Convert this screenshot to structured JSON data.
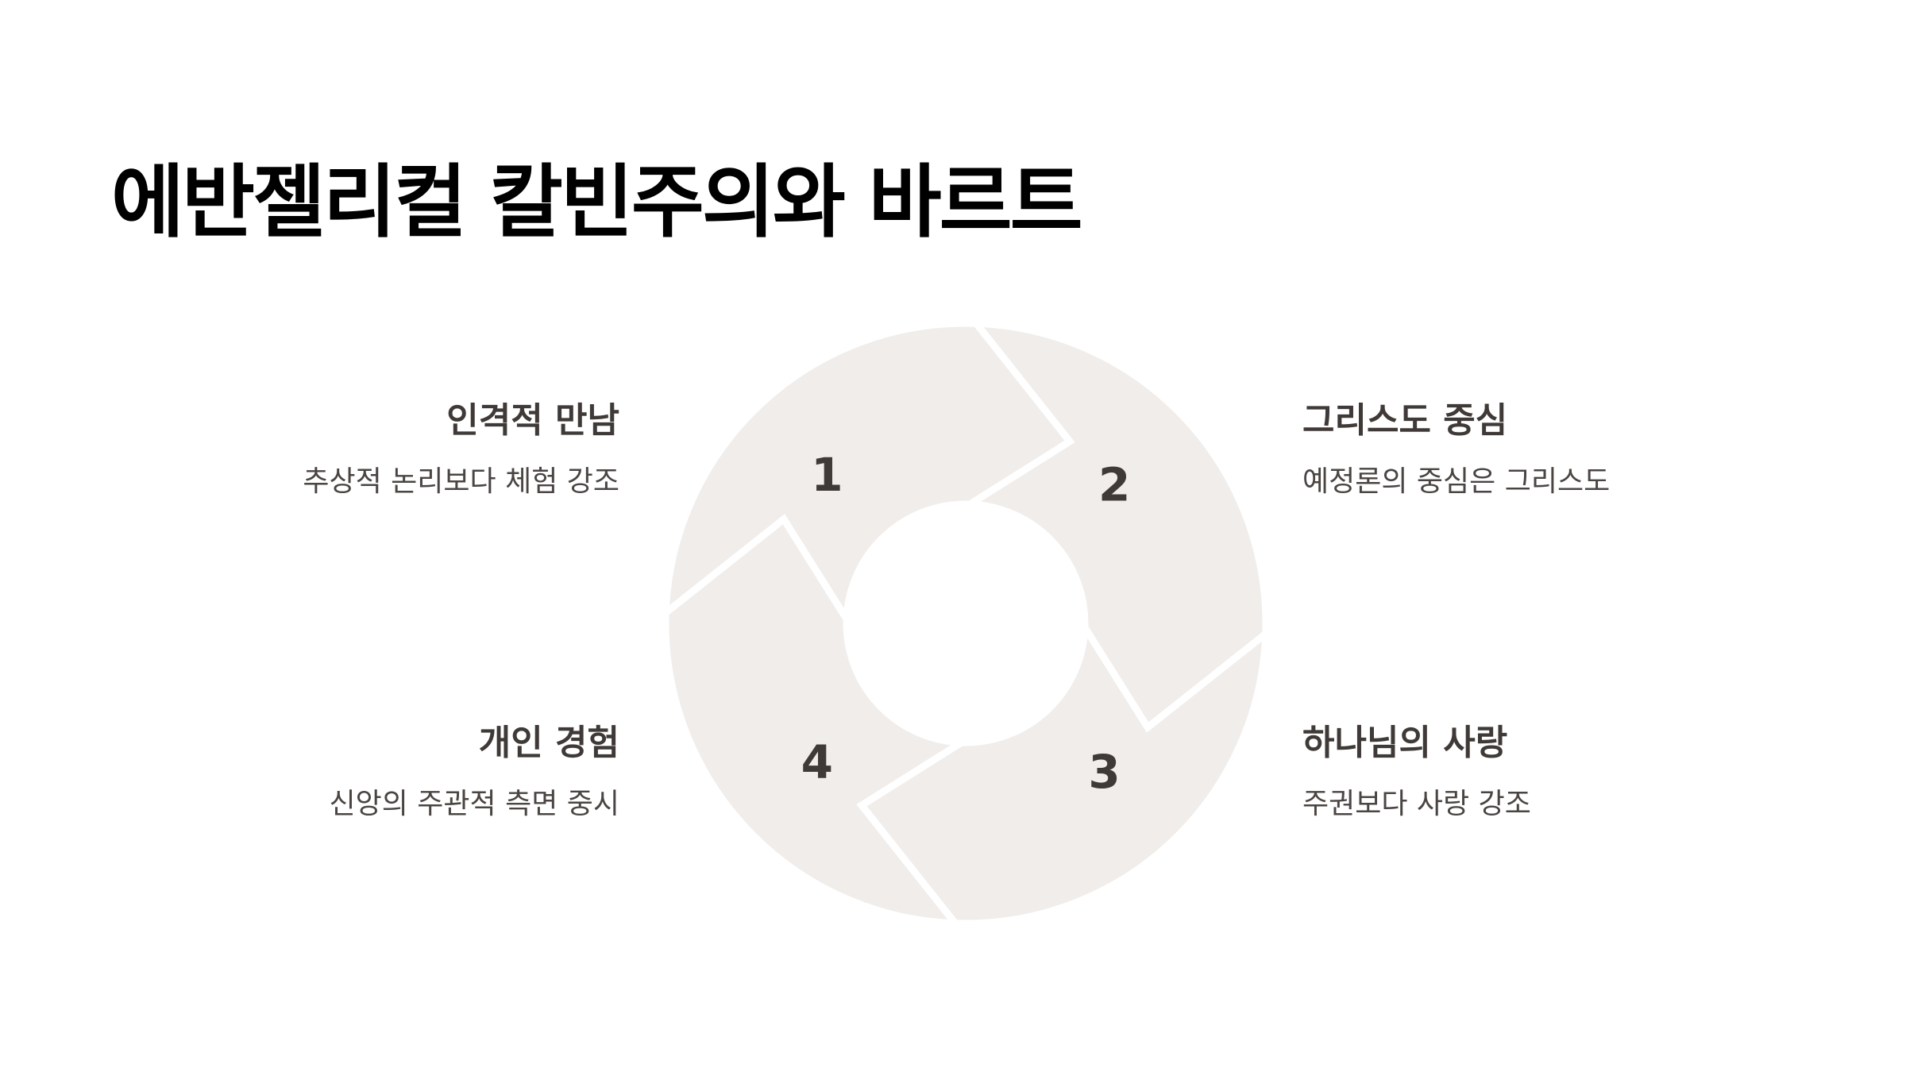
{
  "title": "에반젤리컬 칼빈주의와 바르트",
  "colors": {
    "segment_fill": "#f0edeb",
    "number": "#3f3a37",
    "item_title": "#3f3a37",
    "item_desc": "#4a4542"
  },
  "cycle": {
    "segments": [
      {
        "number": "1",
        "title": "인격적 만남",
        "desc": "추상적 논리보다 체험 강조"
      },
      {
        "number": "2",
        "title": "그리스도 중심",
        "desc": "예정론의 중심은 그리스도"
      },
      {
        "number": "3",
        "title": "하나님의 사랑",
        "desc": "주권보다 사랑 강조"
      },
      {
        "number": "4",
        "title": "개인 경험",
        "desc": "신앙의 주관적 측면 중시"
      }
    ]
  }
}
